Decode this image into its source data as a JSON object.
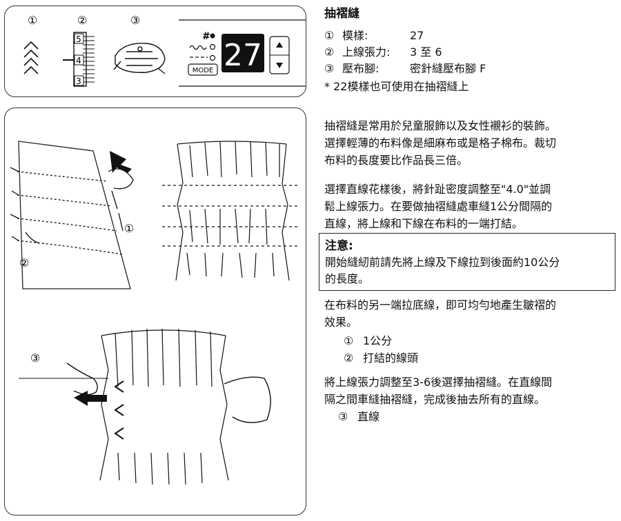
{
  "panel": {
    "callouts": [
      "①",
      "②",
      "③"
    ],
    "tension_dial": [
      "5",
      "4",
      "3"
    ],
    "display_number": "27",
    "mode_label": "MODE",
    "hash_label": "#"
  },
  "illustration": {
    "callout_1": "①",
    "callout_2": "②",
    "callout_3": "③"
  },
  "title": "抽褶縫",
  "specs": [
    {
      "num": "①",
      "label": "模樣:",
      "value": "27"
    },
    {
      "num": "②",
      "label": "上線張力:",
      "value": "3 至 6"
    },
    {
      "num": "③",
      "label": "壓布腳:",
      "value": "密針縫壓布腳 F"
    }
  ],
  "note": "* 22模樣也可使用在抽褶縫上",
  "paragraph1": [
    "抽褶縫是常用於兒童服飾以及女性襯衫的裝飾。",
    "選擇輕薄的布料像是細麻布或是格子棉布。裁切",
    "布料的長度要比作品長三倍。"
  ],
  "paragraph2": [
    "選擇直線花樣後，將針趾密度調整至\"4.0\"並調",
    "鬆上線張力。在要做抽褶縫處車縫1公分間隔的",
    "直線，將上線和下線在布料的一端打結。"
  ],
  "caution": {
    "title": "注意:",
    "lines": [
      "開始縫紉前請先將上線及下線拉到後面約10公分",
      "的長度。"
    ]
  },
  "paragraph3": [
    "在布料的另一端拉底線，即可均勻地產生皺褶的",
    "效果。"
  ],
  "list1": [
    {
      "num": "①",
      "text": "1公分"
    },
    {
      "num": "②",
      "text": "打結的線頭"
    }
  ],
  "paragraph4": [
    "將上線張力調整至3-6後選擇抽褶縫。在直線間",
    "隔之間車縫抽褶縫，完成後抽去所有的直線。"
  ],
  "list2": [
    {
      "num": "③",
      "text": "直線"
    }
  ]
}
